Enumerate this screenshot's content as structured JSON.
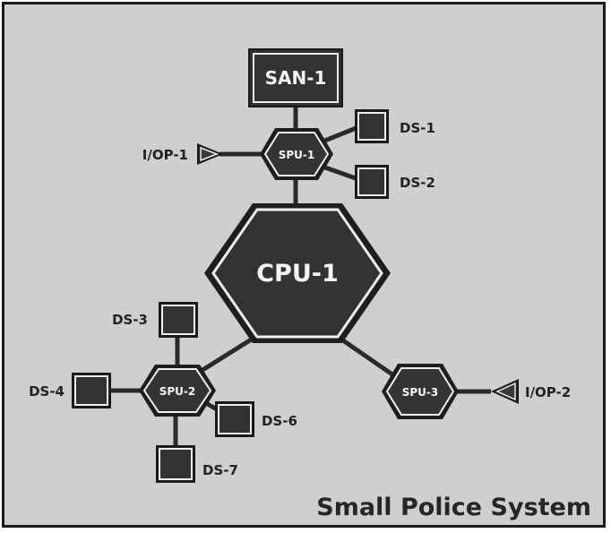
{
  "diagram": {
    "title": "Small Police System",
    "nodes": {
      "san1": "SAN-1",
      "cpu1": "CPU-1",
      "spu1": "SPU-1",
      "spu2": "SPU-2",
      "spu3": "SPU-3",
      "ds1": "DS-1",
      "ds2": "DS-2",
      "ds3": "DS-3",
      "ds4": "DS-4",
      "ds6": "DS-6",
      "ds7": "DS-7",
      "iop1": "I/OP-1",
      "iop2": "I/OP-2"
    },
    "colors": {
      "background": "#cfcfcf",
      "node_fill": "#333333",
      "node_border": "#f2f2f2",
      "line": "#2a2a2a"
    }
  }
}
